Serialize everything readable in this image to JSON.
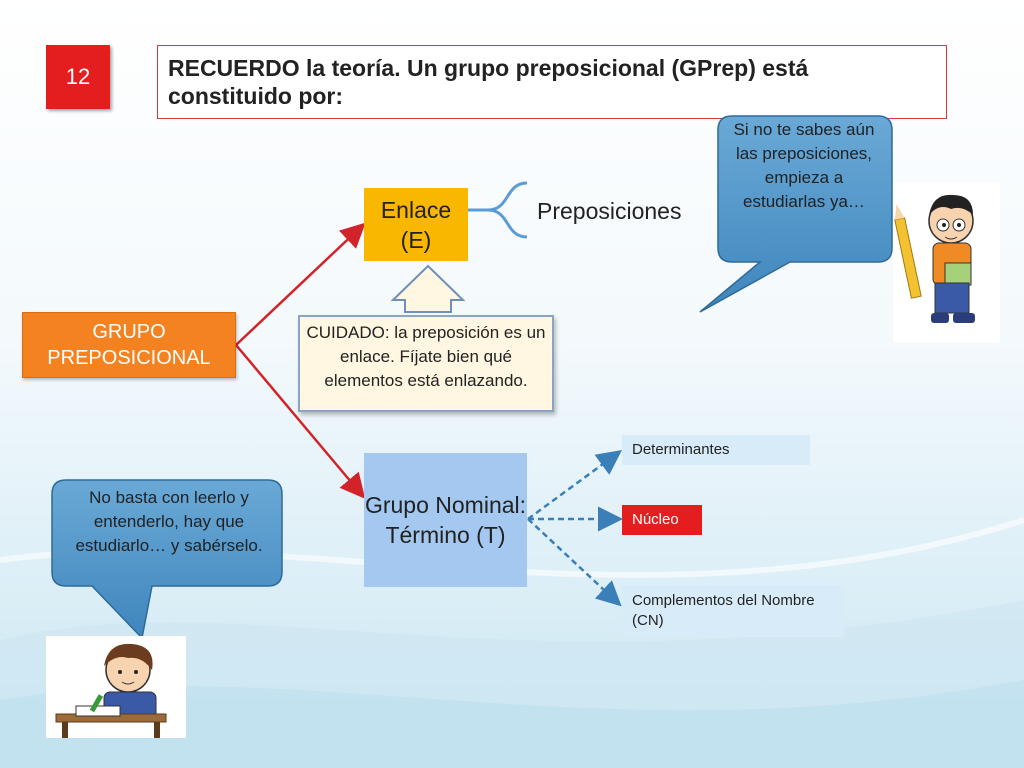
{
  "slide": {
    "number": "12",
    "title": "RECUERDO la teoría. Un grupo preposicional (GPrep) está constituido por:"
  },
  "diagram": {
    "root": "GRUPO PREPOSICIONAL",
    "enlace": "Enlace (E)",
    "preposiciones": "Preposiciones",
    "grupo_nominal": "Grupo Nominal: Término (T)",
    "cuidado": "CUIDADO: la preposición es un enlace. Fíjate bien qué elementos está enlazando.",
    "branches": {
      "determinantes": "Determinantes",
      "nucleo": "Núcleo",
      "complementos": "Complementos del Nombre (CN)"
    }
  },
  "bubbles": {
    "top_right": "Si no te sabes aún las preposiciones, empieza a estudiarlas ya…",
    "bottom_left": "No basta con leerlo y entenderlo, hay que estudiarlo… y sabérselo."
  },
  "colors": {
    "red": "#e41e1e",
    "orange": "#f58220",
    "yellow": "#f9b700",
    "blue_box": "#a4c8ef",
    "bubble": "#4f93c4"
  }
}
